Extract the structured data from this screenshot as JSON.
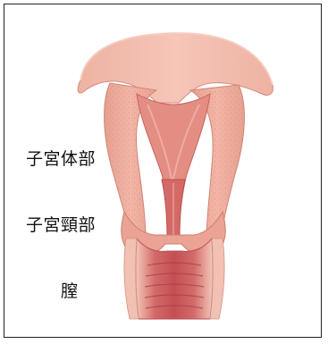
{
  "labels": {
    "uterine_body": "子宮体部",
    "cervix": "子宮頸部",
    "vagina": "膣"
  },
  "colors": {
    "tissue_outer": "#f2b7a8",
    "tissue_mid": "#e99b8b",
    "lining": "#d9706a",
    "canal": "#c04a4e",
    "frame": "#222222"
  }
}
